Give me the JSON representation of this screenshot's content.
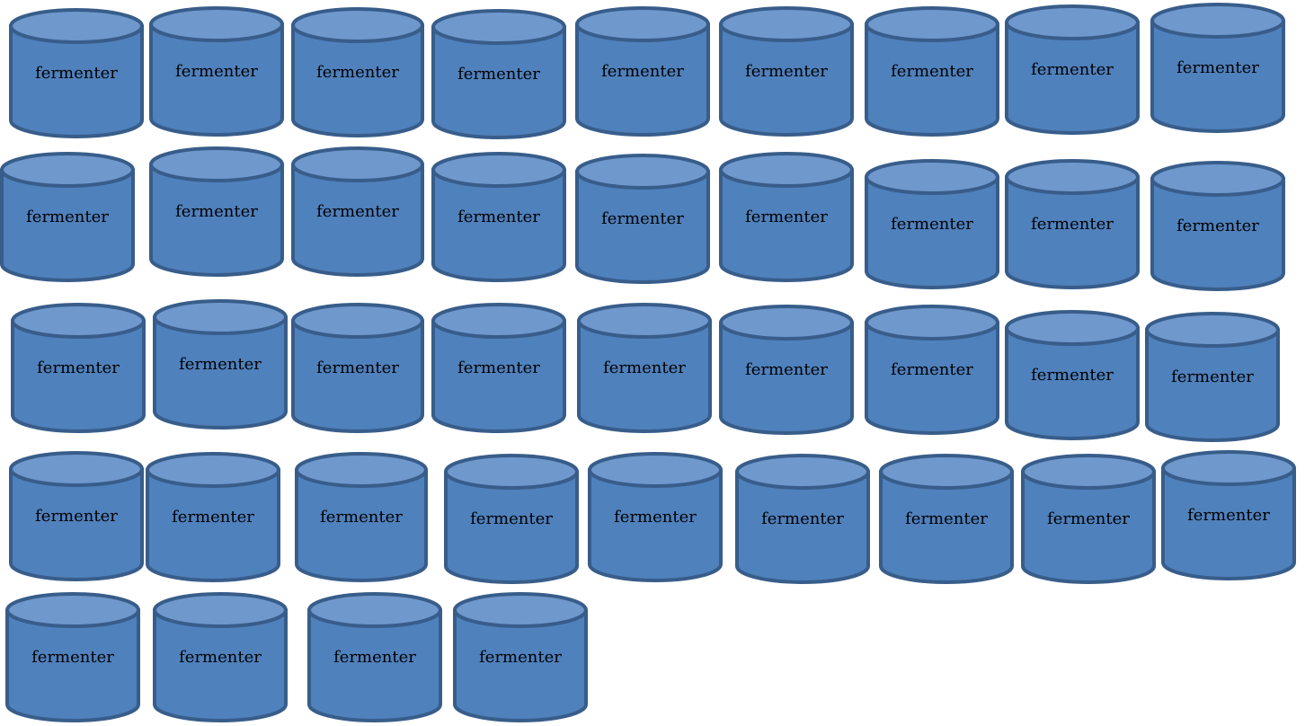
{
  "diagram": {
    "colors": {
      "body_fill": "#4f81bd",
      "top_fill": "#6f98cd",
      "outline": "#385d8a",
      "label_text": "#000000",
      "background": "#ffffff"
    },
    "tanks": [
      {
        "label": "fermenter"
      },
      {
        "label": "fermenter"
      },
      {
        "label": "fermenter"
      },
      {
        "label": "fermenter"
      },
      {
        "label": "fermenter"
      },
      {
        "label": "fermenter"
      },
      {
        "label": "fermenter"
      },
      {
        "label": "fermenter"
      },
      {
        "label": "fermenter"
      },
      {
        "label": "fermenter"
      },
      {
        "label": "fermenter"
      },
      {
        "label": "fermenter"
      },
      {
        "label": "fermenter"
      },
      {
        "label": "fermenter"
      },
      {
        "label": "fermenter"
      },
      {
        "label": "fermenter"
      },
      {
        "label": "fermenter"
      },
      {
        "label": "fermenter"
      },
      {
        "label": "fermenter"
      },
      {
        "label": "fermenter"
      },
      {
        "label": "fermenter"
      },
      {
        "label": "fermenter"
      },
      {
        "label": "fermenter"
      },
      {
        "label": "fermenter"
      },
      {
        "label": "fermenter"
      },
      {
        "label": "fermenter"
      },
      {
        "label": "fermenter"
      },
      {
        "label": "fermenter"
      },
      {
        "label": "fermenter"
      },
      {
        "label": "fermenter"
      },
      {
        "label": "fermenter"
      },
      {
        "label": "fermenter"
      },
      {
        "label": "fermenter"
      },
      {
        "label": "fermenter"
      },
      {
        "label": "fermenter"
      },
      {
        "label": "fermenter"
      },
      {
        "label": "fermenter"
      },
      {
        "label": "fermenter"
      },
      {
        "label": "fermenter"
      },
      {
        "label": "fermenter"
      }
    ]
  }
}
